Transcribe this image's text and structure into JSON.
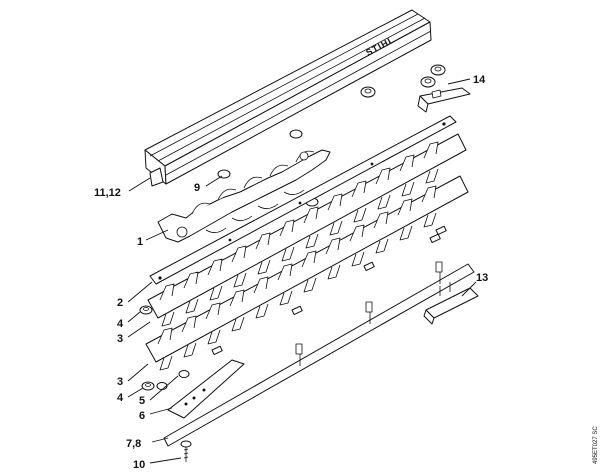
{
  "brand": "STIHL",
  "drawing_code": "495ET027 SC",
  "callouts": [
    {
      "id": "c14",
      "text": "14"
    },
    {
      "id": "c1112",
      "text": "11,12"
    },
    {
      "id": "c9",
      "text": "9"
    },
    {
      "id": "c1",
      "text": "1"
    },
    {
      "id": "c13",
      "text": "13"
    },
    {
      "id": "c2",
      "text": "2"
    },
    {
      "id": "c4a",
      "text": "4"
    },
    {
      "id": "c3a",
      "text": "3"
    },
    {
      "id": "c3b",
      "text": "3"
    },
    {
      "id": "c4b",
      "text": "4"
    },
    {
      "id": "c5",
      "text": "5"
    },
    {
      "id": "c6",
      "text": "6"
    },
    {
      "id": "c78",
      "text": "7,8"
    },
    {
      "id": "c10",
      "text": "10"
    }
  ]
}
